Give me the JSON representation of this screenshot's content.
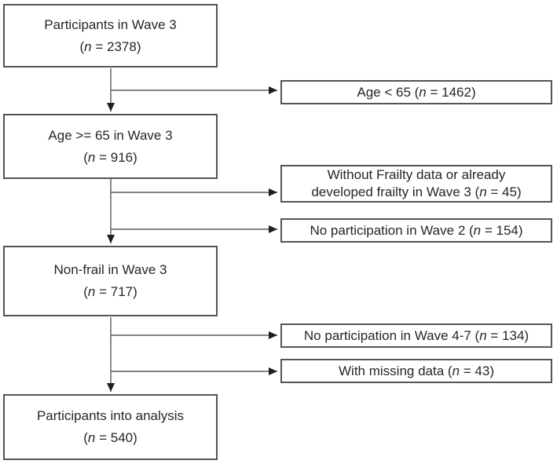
{
  "colors": {
    "line": "#5a5a5a",
    "arrow": "#1f1f1f",
    "border": "#545454",
    "text": "#262626",
    "background": "#ffffff"
  },
  "main_boxes": [
    {
      "title": "Participants in Wave 3",
      "n_pre": "(",
      "n_italic": "n",
      "n_post": " = 2378)"
    },
    {
      "title": "Age >= 65 in Wave 3",
      "n_pre": "(",
      "n_italic": "n",
      "n_post": " = 916)"
    },
    {
      "title": "Non-frail in Wave 3",
      "n_pre": "(",
      "n_italic": "n",
      "n_post": " = 717)"
    },
    {
      "title": "Participants into analysis",
      "n_pre": "(",
      "n_italic": "n",
      "n_post": " = 540)"
    }
  ],
  "exclusion_boxes": [
    {
      "pre": "Age < 65 (",
      "n_italic": "n",
      "post": " = 1462)"
    },
    {
      "line1": "Without Frailty data or already",
      "pre": "developed frailty in Wave 3 (",
      "n_italic": "n",
      "post": " = 45)"
    },
    {
      "pre": "No participation in Wave 2 (",
      "n_italic": "n",
      "post": " = 154)"
    },
    {
      "pre": "No participation in Wave 4-7 (",
      "n_italic": "n",
      "post": " = 134)"
    },
    {
      "pre": "With missing data (",
      "n_italic": "n",
      "post": " = 43)"
    }
  ]
}
